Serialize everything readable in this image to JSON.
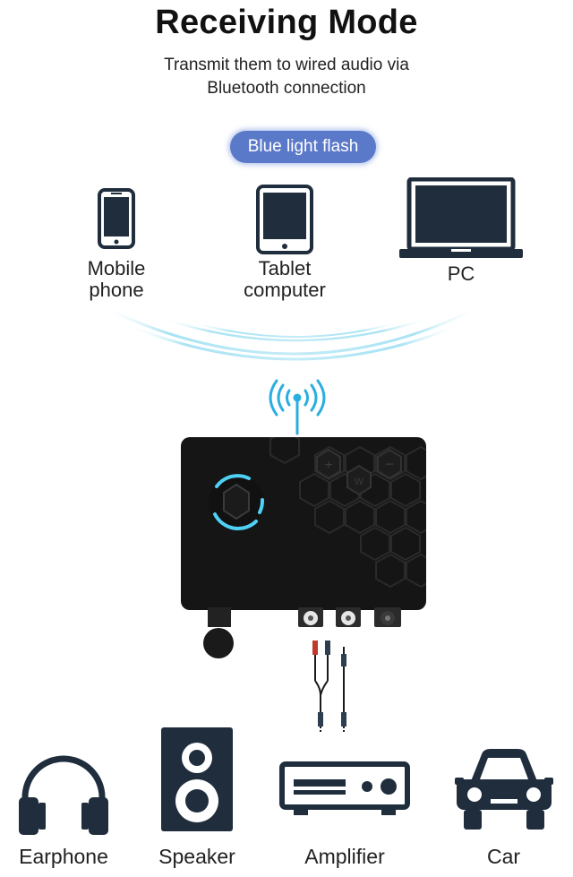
{
  "header": {
    "title": "Receiving Mode",
    "subtitle_line1": "Transmit them to wired audio via",
    "subtitle_line2": "Bluetooth connection"
  },
  "status_badge": {
    "label": "Blue light flash"
  },
  "sources": [
    {
      "icon": "mobile-phone-icon",
      "label_line1": "Mobile",
      "label_line2": "phone"
    },
    {
      "icon": "tablet-icon",
      "label_line1": "Tablet",
      "label_line2": "computer"
    },
    {
      "icon": "laptop-icon",
      "label_line1": "PC",
      "label_line2": ""
    }
  ],
  "device": {
    "icon": "bluetooth-receiver-device",
    "buttons": [
      "+",
      "W",
      "−"
    ]
  },
  "outputs": [
    {
      "icon": "headphones-icon",
      "label": "Earphone"
    },
    {
      "icon": "speaker-icon",
      "label": "Speaker"
    },
    {
      "icon": "amplifier-icon",
      "label": "Amplifier"
    },
    {
      "icon": "car-icon",
      "label": "Car"
    }
  ],
  "colors": {
    "badge": "#5b79c9",
    "signal": "#2aaee0",
    "wave": "#8fd9ef",
    "device": "#151515",
    "knob_ring": "#4fd1f5"
  }
}
